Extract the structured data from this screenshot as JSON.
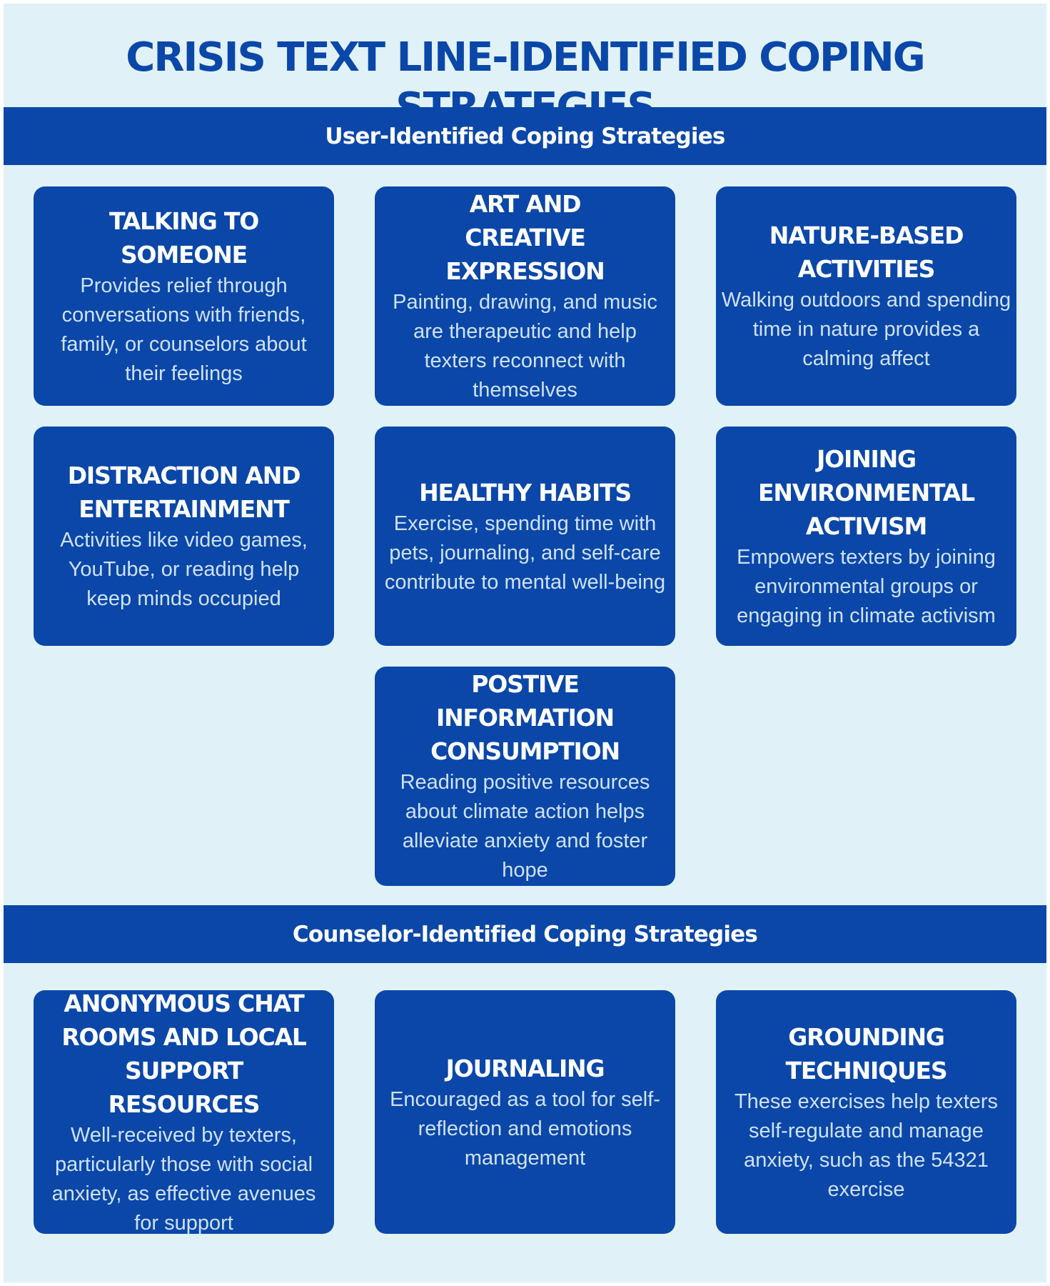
{
  "title": "CRISIS TEXT LINE-IDENTIFIED COPING STRATEGIES",
  "sections": [
    {
      "label": "User-Identified Coping Strategies",
      "cards": [
        {
          "title": "TALKING TO SOMEONE",
          "description": "Provides relief through conversations with friends, family, or counselors about their feelings"
        },
        {
          "title": "ART AND CREATIVE EXPRESSION",
          "description": "Painting, drawing, and music are therapeutic and help texters reconnect with themselves"
        },
        {
          "title": "NATURE-BASED ACTIVITIES",
          "description": "Walking outdoors and spending time in nature provides a calming affect"
        },
        {
          "title": "DISTRACTION AND ENTERTAINMENT",
          "description": "Activities like video games, YouTube, or reading help keep minds occupied"
        },
        {
          "title": "HEALTHY HABITS",
          "description": "Exercise, spending time with pets, journaling, and self-care contribute to mental well-being"
        },
        {
          "title": "JOINING ENVIRONMENTAL ACTIVISM",
          "description": "Empowers texters by joining environmental groups or engaging in climate activism"
        },
        {
          "title": "POSTIVE INFORMATION CONSUMPTION",
          "description": "Reading positive resources about climate action helps alleviate anxiety and foster hope"
        }
      ]
    },
    {
      "label": "Counselor-Identified Coping Strategies",
      "cards": [
        {
          "title": "ANONYMOUS CHAT ROOMS AND LOCAL SUPPORT RESOURCES",
          "description": "Well-received by texters, particularly those with social anxiety, as effective avenues for support"
        },
        {
          "title": "JOURNALING",
          "description": "Encouraged as a tool for self-reflection and emotions management"
        },
        {
          "title": "GROUNDING TECHNIQUES",
          "description": "These exercises help texters self-regulate and manage anxiety, such as the 54321 exercise"
        }
      ]
    }
  ],
  "colors": {
    "background": "#e0f2f8",
    "primary": "#0a47a8",
    "card_text": "#ffffff",
    "card_desc_text": "#cfe1f7"
  }
}
